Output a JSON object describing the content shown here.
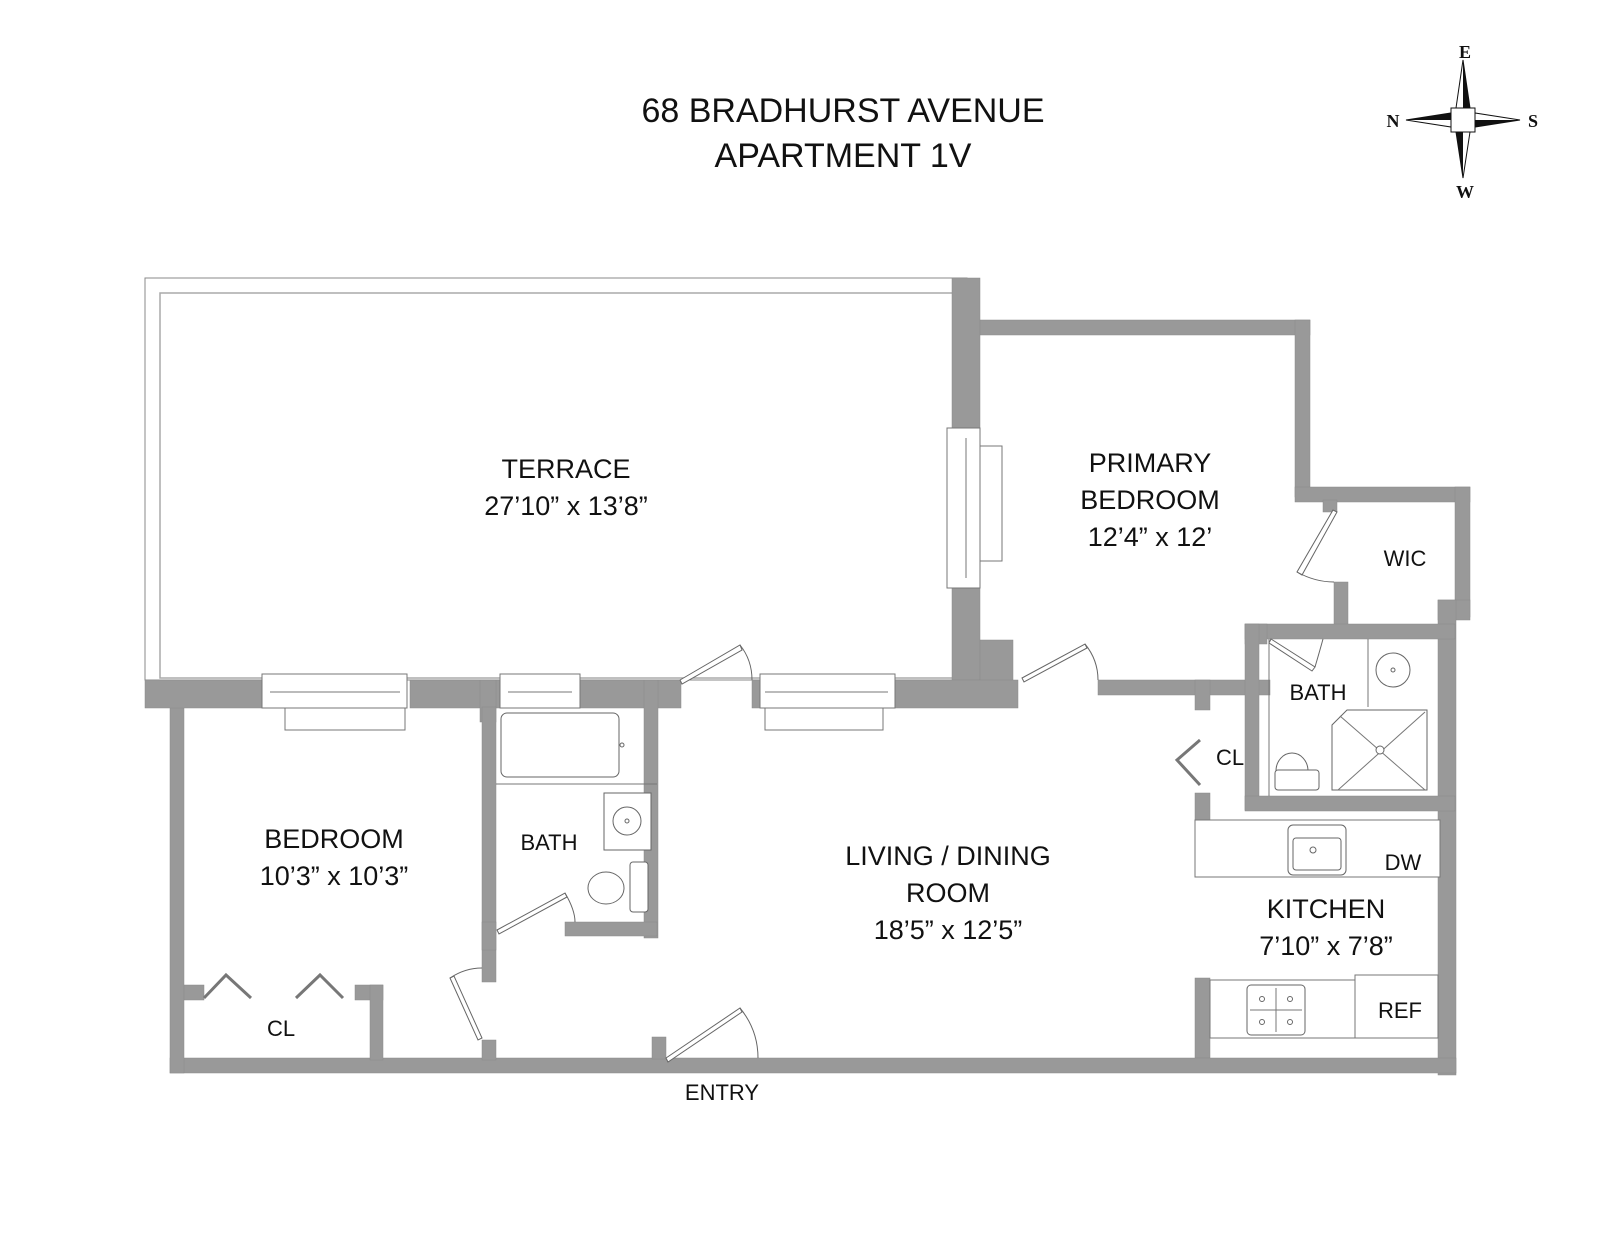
{
  "header": {
    "address_line": "68 BRADHURST AVENUE",
    "unit_line": "APARTMENT 1V"
  },
  "compass": {
    "top": "E",
    "bottom": "W",
    "left": "N",
    "right": "S"
  },
  "rooms": {
    "terrace": {
      "name": "TERRACE",
      "dims": "27’10” x 13’8”"
    },
    "primary_bedroom": {
      "name_line1": "PRIMARY",
      "name_line2": "BEDROOM",
      "dims": "12’4” x 12’"
    },
    "wic": {
      "name": "WIC"
    },
    "primary_bath": {
      "name": "BATH"
    },
    "hall_closet": {
      "name": "CL"
    },
    "bedroom": {
      "name": "BEDROOM",
      "dims": "10’3” x 10’3”"
    },
    "bedroom_closet": {
      "name": "CL"
    },
    "bath": {
      "name": "BATH"
    },
    "living": {
      "name_line1": "LIVING / DINING",
      "name_line2": "ROOM",
      "dims": "18’5” x 12’5”"
    },
    "kitchen": {
      "name": "KITCHEN",
      "dims": "7’10” x 7’8”"
    },
    "dishwasher": {
      "name": "DW"
    },
    "refrigerator": {
      "name": "REF"
    }
  },
  "entry": {
    "label": "ENTRY"
  },
  "colors": {
    "wall": "#999999",
    "line": "#666666",
    "text": "#111111",
    "background": "#ffffff"
  }
}
